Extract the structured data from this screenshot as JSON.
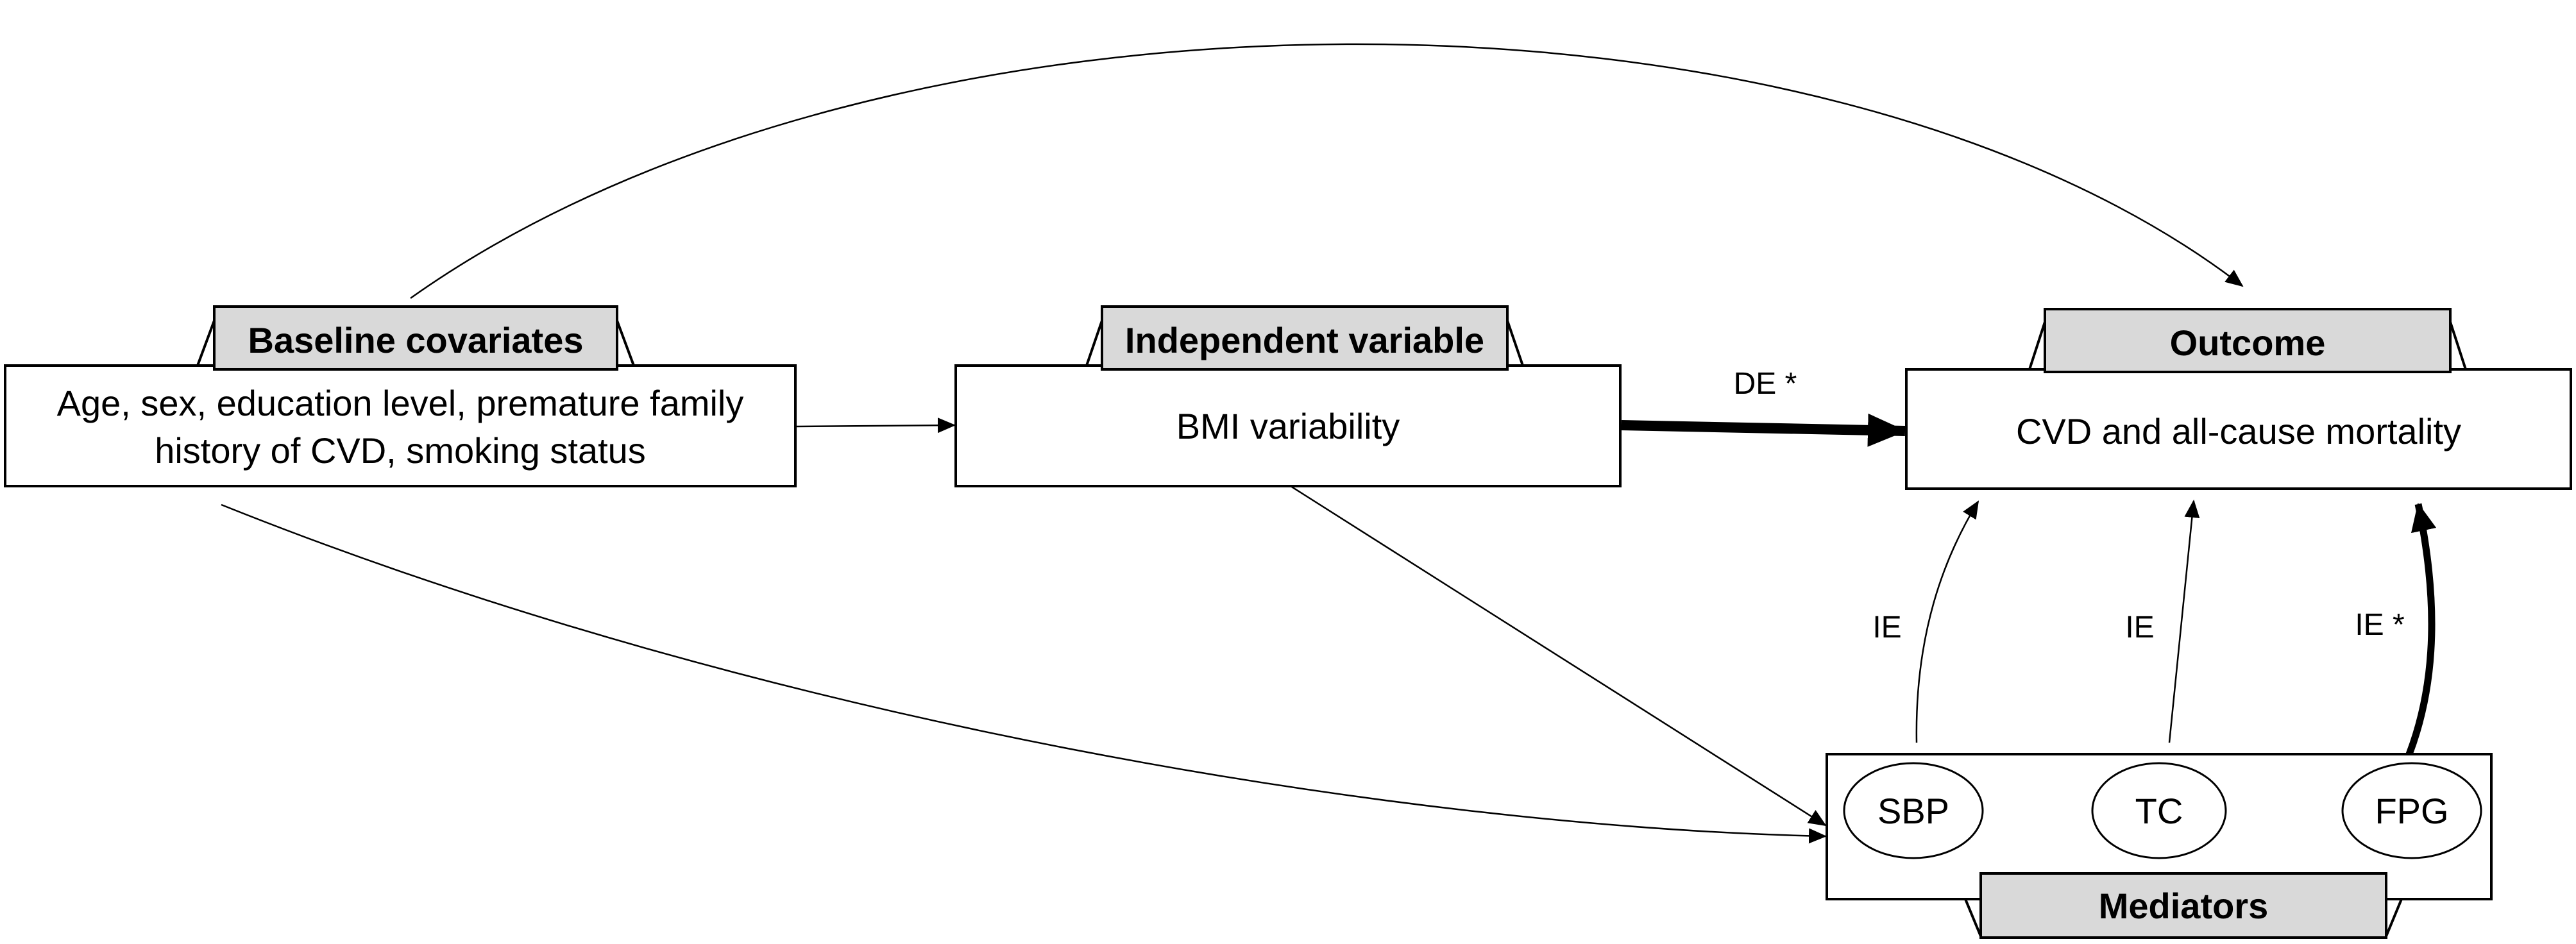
{
  "baseline": {
    "title": "Baseline covariates",
    "line1": "Age, sex, education level, premature family",
    "line2": "history of CVD, smoking status"
  },
  "independent": {
    "title": "Independent variable",
    "text": "BMI variability"
  },
  "outcome": {
    "title": "Outcome",
    "text": "CVD and all-cause mortality"
  },
  "mediators": {
    "title": "Mediators",
    "items": [
      "SBP",
      "TC",
      "FPG"
    ]
  },
  "edges": {
    "direct_effect": "DE *",
    "ie_sbp": "IE",
    "ie_tc": "IE",
    "ie_fpg": "IE *"
  }
}
